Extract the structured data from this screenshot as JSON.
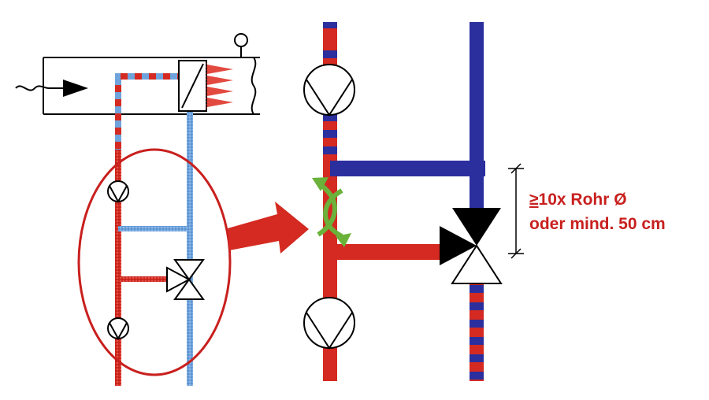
{
  "annotation": {
    "symbol": "≥",
    "line1": "10x Rohr Ø",
    "line2": "oder mind. 50 cm"
  },
  "colors": {
    "supply": "#d42a21",
    "return": "#2b2f9e",
    "return_light": "#6fa3dc",
    "flow_arrows": "#6ab23a",
    "highlight": "#c8201e",
    "outline": "#000000"
  },
  "icons": [
    "air-duct",
    "heat-exchanger-coil",
    "temperature-sensor",
    "pump-icon",
    "three-way-valve-icon",
    "flow-arrow-icon",
    "dimension-marker"
  ]
}
